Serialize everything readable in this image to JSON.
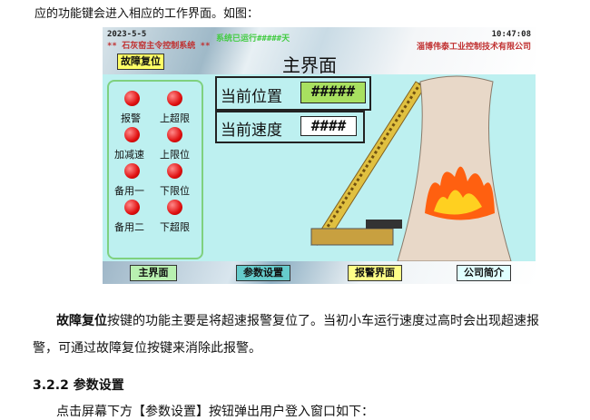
{
  "doc": {
    "intro": "应的功能键会进入相应的工作界面。如图：",
    "para_bold": "故障复位",
    "para_rest1": "按键的功能主要是将超速报警复位了。当初小车运行速度过高时会出现超速报",
    "para_rest2": "警，可通过故障复位按键来消除此报警。",
    "section": "3.2.2  参数设置",
    "para2": "点击屏幕下方【参数设置】按钮弹出用户登入窗口如下："
  },
  "hmi": {
    "date": "2023-5-5",
    "system_name": "** 石灰窑主令控制系统 **",
    "runtime": "系统已运行#####天",
    "time": "10:47:08",
    "company": "淄博伟泰工业控制技术有限公司",
    "reset_button": "故障复位",
    "title": "主界面",
    "position_label": "当前位置",
    "position_value": "#####",
    "speed_label": "当前速度",
    "speed_value": "####",
    "indicators": [
      "报警",
      "上超限",
      "加减速",
      "上限位",
      "备用一",
      "下限位",
      "备用二",
      "下超限"
    ],
    "nav": [
      "主界面",
      "参数设置",
      "报警界面",
      "公司简介"
    ],
    "colors": {
      "bg": "#bdf0f0",
      "lamp": "#e01010",
      "nav_main": "#b8f0b0",
      "nav_param": "#66cccc",
      "nav_alarm": "#ffff88",
      "nav_company": "#e0ffff"
    }
  }
}
